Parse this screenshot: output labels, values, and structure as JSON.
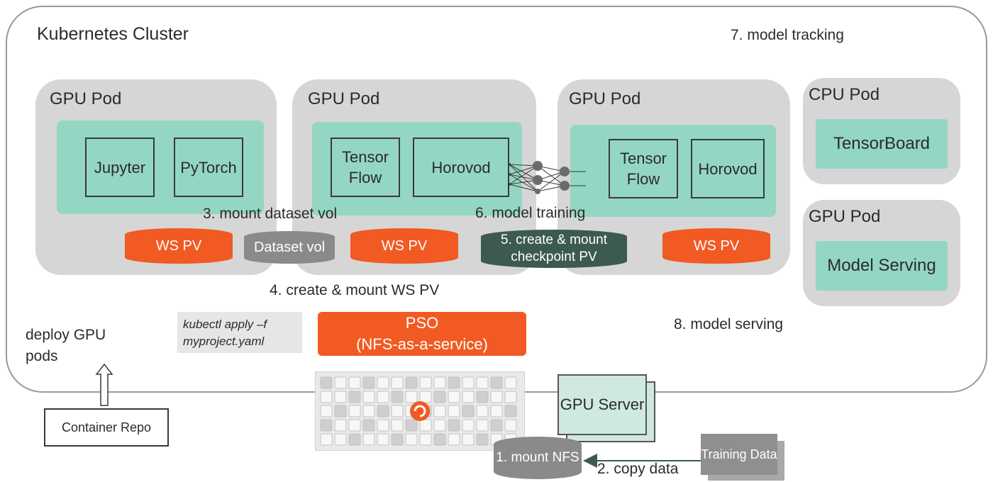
{
  "cluster": {
    "title": "Kubernetes Cluster"
  },
  "pods": {
    "gpu1": {
      "title": "GPU Pod",
      "fw_a": "Jupyter",
      "fw_b": "PyTorch"
    },
    "gpu2": {
      "title": "GPU Pod",
      "fw_a": "Tensor Flow",
      "fw_b": "Horovod"
    },
    "gpu3": {
      "title": "GPU Pod",
      "fw_a": "Tensor Flow",
      "fw_b": "Horovod"
    },
    "cpu": {
      "title": "CPU Pod",
      "service": "TensorBoard"
    },
    "gpu4": {
      "title": "GPU Pod",
      "service": "Model Serving"
    }
  },
  "volumes": {
    "ws1": "WS PV",
    "dataset": "Dataset vol",
    "ws2": "WS PV",
    "checkpoint": "5. create & mount checkpoint PV",
    "ws3": "WS PV",
    "nfs": "1. mount NFS"
  },
  "steps": {
    "mount_dataset": "3. mount dataset vol",
    "model_training": "6. model training",
    "create_ws": "4. create & mount WS PV",
    "model_tracking": "7. model tracking",
    "model_serving": "8. model serving",
    "copy_data": "2. copy data",
    "deploy": "deploy GPU pods"
  },
  "pso": {
    "line1": "PSO",
    "line2": "(NFS-as-a-service)"
  },
  "kubectl": {
    "line1": "kubectl apply –f",
    "line2": "myproject.yaml"
  },
  "repo": "Container Repo",
  "gpu_server": "GPU Server",
  "training_data": "Training Data",
  "colors": {
    "accent": "#f15a22",
    "teal": "#94d6c4",
    "pod": "#d6d6d6",
    "checkpoint": "#3d5a52"
  }
}
